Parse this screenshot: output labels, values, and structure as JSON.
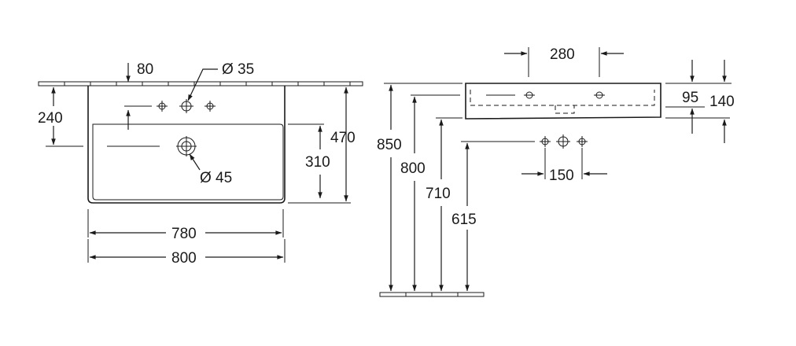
{
  "front_view": {
    "dim_80": "80",
    "dim_tap_hole": "Ø 35",
    "dim_240": "240",
    "dim_470": "470",
    "dim_310": "310",
    "dim_drain": "Ø 45",
    "dim_780": "780",
    "dim_800": "800"
  },
  "side_view": {
    "dim_280": "280",
    "dim_95": "95",
    "dim_140": "140",
    "dim_850": "850",
    "dim_800": "800",
    "dim_710": "710",
    "dim_615": "615",
    "dim_150": "150"
  }
}
